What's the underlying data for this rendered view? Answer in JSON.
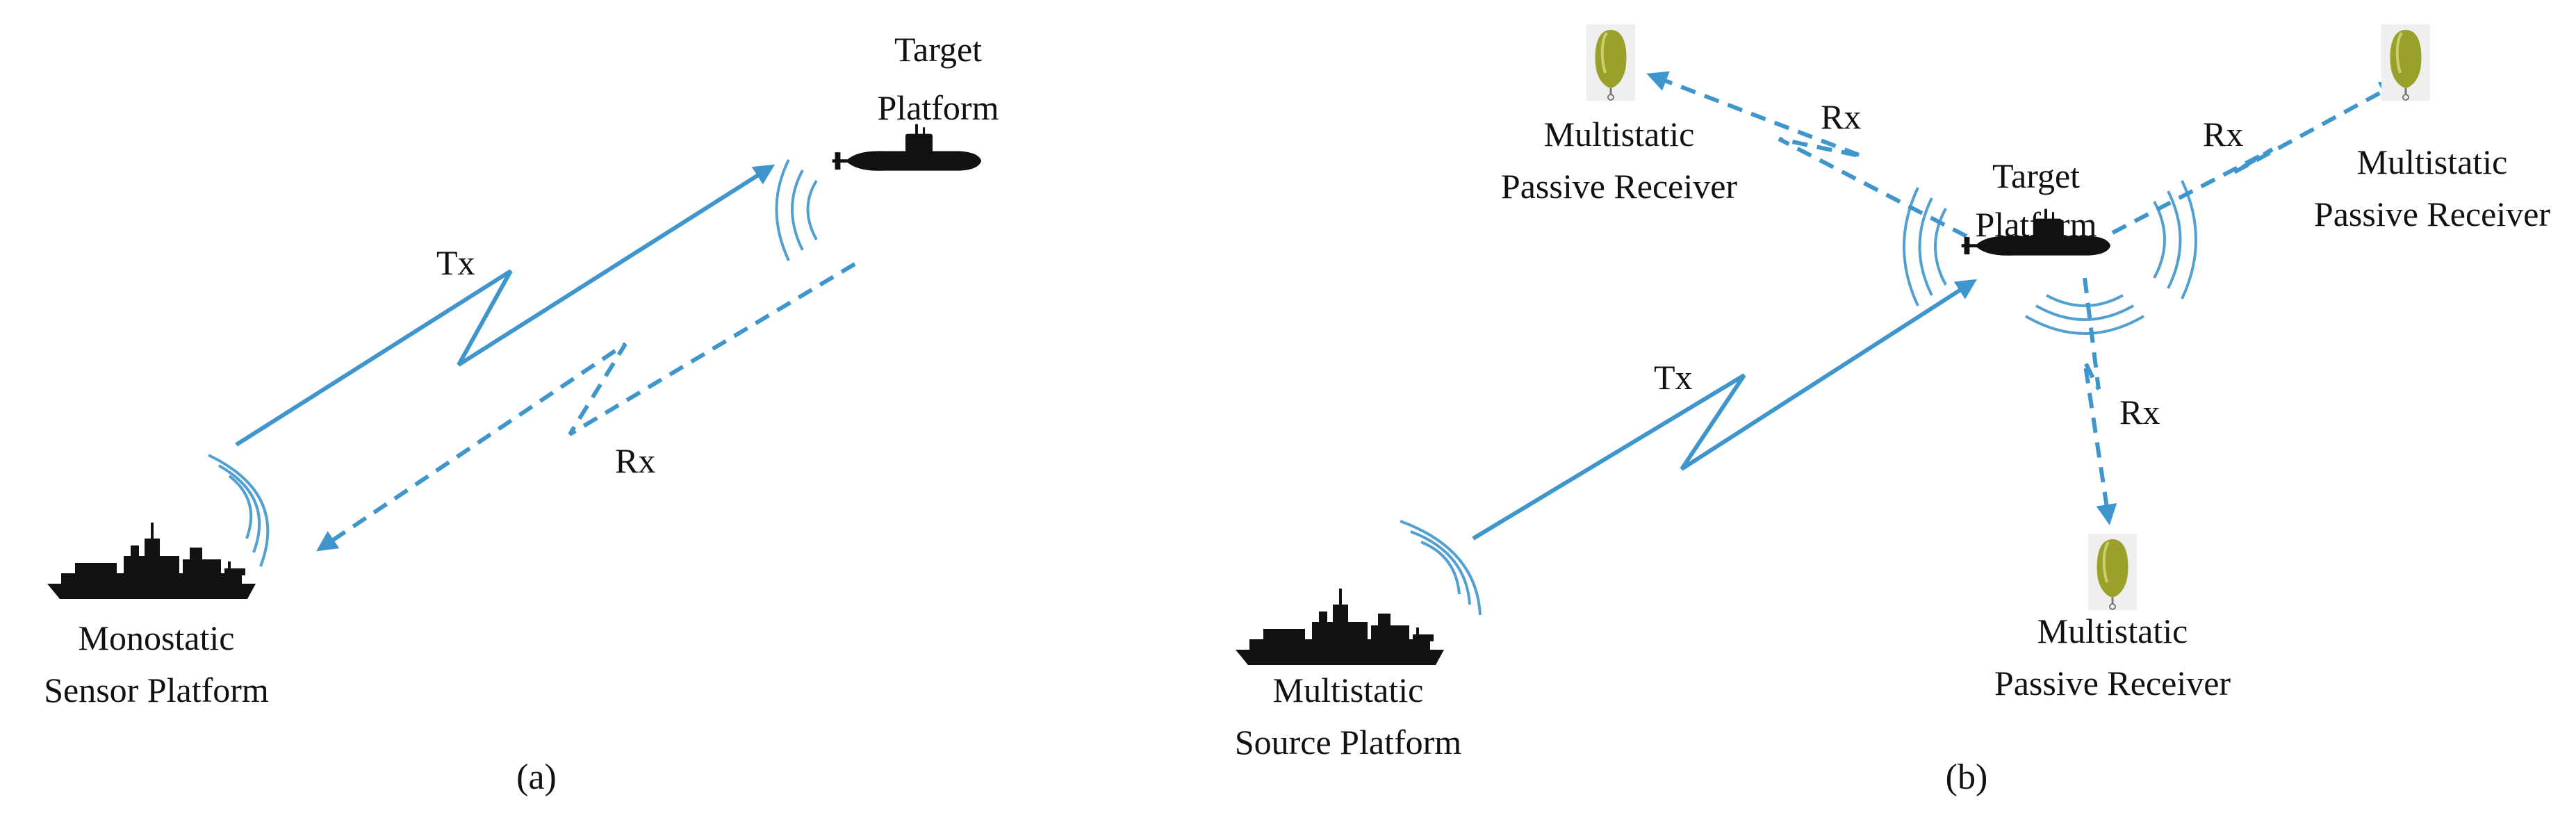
{
  "panel_a": {
    "caption": "(a)",
    "target_label": [
      "Target",
      "Platform"
    ],
    "sensor_label": [
      "Monostatic",
      "Sensor Platform"
    ],
    "tx_label": "Tx",
    "rx_label": "Rx"
  },
  "panel_b": {
    "caption": "(b)",
    "target_label": [
      "Target",
      "Platform"
    ],
    "source_label": [
      "Multistatic",
      "Source Platform"
    ],
    "receiver_left_label": [
      "Multistatic",
      "Passive Receiver"
    ],
    "receiver_right_label": [
      "Multistatic",
      "Passive Receiver"
    ],
    "receiver_bottom_label": [
      "Multistatic",
      "Passive Receiver"
    ],
    "tx_label": "Tx",
    "rx_left_label": "Rx",
    "rx_right_label": "Rx",
    "rx_bottom_label": "Rx"
  },
  "colors": {
    "signal": "#3f96cc",
    "buoy": "#9aa12a",
    "silhouette": "#111111"
  },
  "icons": [
    "submarine-icon",
    "ship-icon",
    "sonobuoy-icon",
    "acoustic-wave-icon",
    "arrowhead-icon"
  ]
}
